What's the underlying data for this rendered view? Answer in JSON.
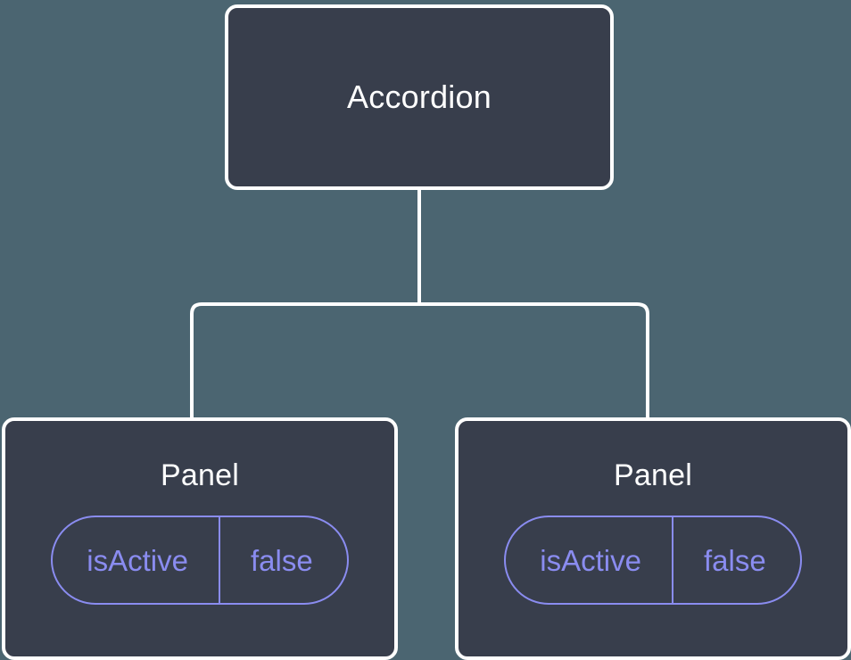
{
  "canvas": {
    "background_color": "#4b6571",
    "node_fill_color": "#383e4c",
    "node_border_color": "#ffffff",
    "edge_color": "#ffffff",
    "prop_color": "#8a8cf0"
  },
  "tree": {
    "root": {
      "title": "Accordion"
    },
    "children": [
      {
        "title": "Panel",
        "props": [
          {
            "key": "isActive",
            "value": "false"
          }
        ]
      },
      {
        "title": "Panel",
        "props": [
          {
            "key": "isActive",
            "value": "false"
          }
        ]
      }
    ]
  }
}
